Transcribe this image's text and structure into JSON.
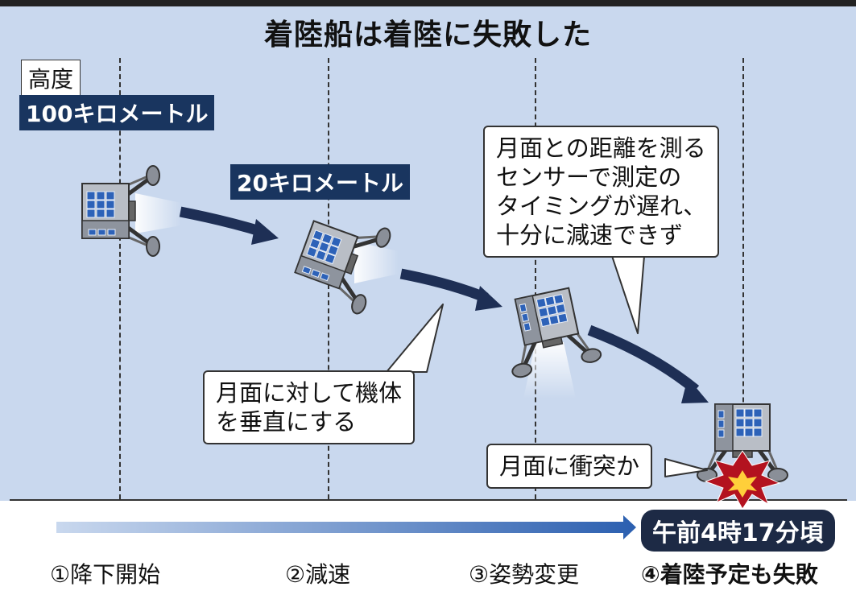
{
  "title": "着陸船は着陸に失敗した",
  "altitude": {
    "label": "高度",
    "value_100": "100キロメートル",
    "value_20": "20キロメートル"
  },
  "callouts": {
    "vertical": "月面に対して機体\nを垂直にする",
    "sensor": "月面との距離を測る\nセンサーで測定の\nタイミングが遅れ、\n十分に減速できず",
    "impact": "月面に衝突か"
  },
  "timeline": {
    "time_label": "午前4時17分頃",
    "stages": [
      "①降下開始",
      "②減速",
      "③姿勢変更",
      "④着陸予定も失敗"
    ]
  },
  "colors": {
    "background": "#c9d8ee",
    "arrow": "#1e2f55",
    "label_bg": "#19355f",
    "impact": "#b3121f"
  }
}
